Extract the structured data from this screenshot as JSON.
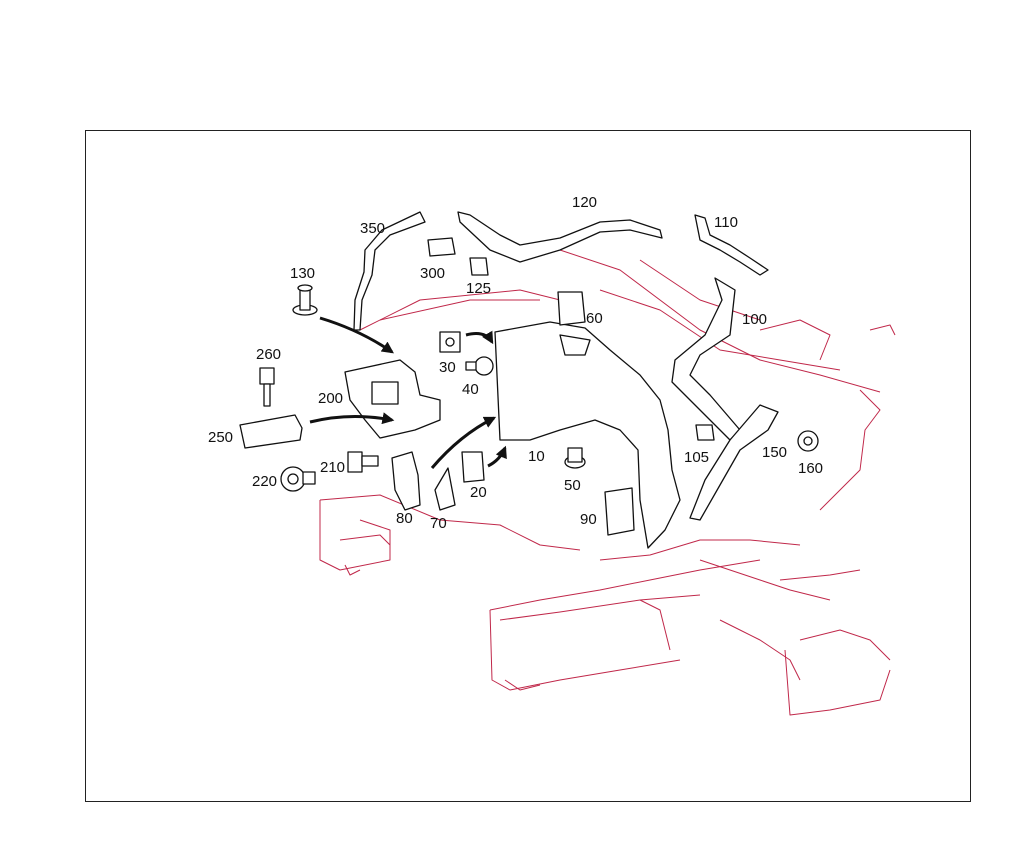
{
  "labels": {
    "p10": "10",
    "p20": "20",
    "p30": "30",
    "p40": "40",
    "p50": "50",
    "p60": "60",
    "p70": "70",
    "p80": "80",
    "p90": "90",
    "p100": "100",
    "p105": "105",
    "p110": "110",
    "p120": "120",
    "p125": "125",
    "p130": "130",
    "p150": "150",
    "p160": "160",
    "p200": "200",
    "p210": "210",
    "p220": "220",
    "p250": "250",
    "p260": "260",
    "p300": "300",
    "p350": "350"
  },
  "colors": {
    "body_outline": "#c0284a",
    "parts": "#111111",
    "frame": "#222222"
  }
}
